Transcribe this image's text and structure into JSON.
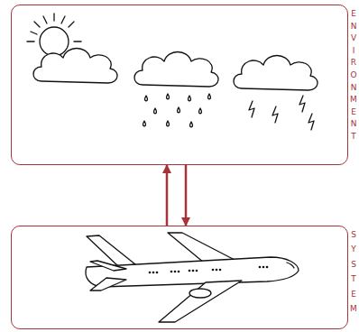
{
  "diagram": {
    "nodes": [
      {
        "text": [
          "ENVIRONMENT"
        ]
      },
      {
        "text": [
          "SYSTEM"
        ]
      }
    ],
    "edges": [
      {
        "from": 1,
        "to": 0,
        "arrow": "to"
      },
      {
        "from": 0,
        "to": 1,
        "arrow": "to"
      }
    ]
  }
}
